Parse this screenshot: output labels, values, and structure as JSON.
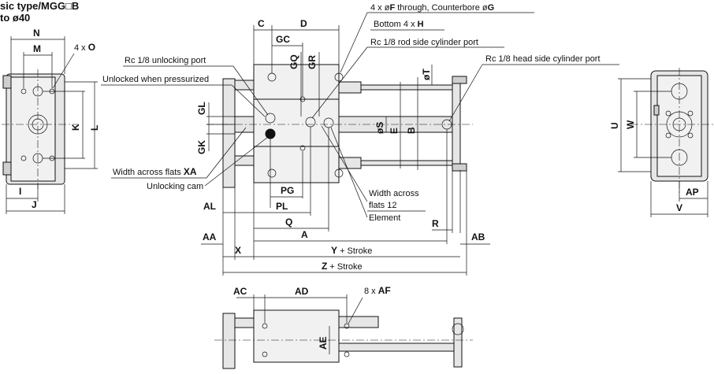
{
  "title": {
    "line1": "sic type/MGG□B",
    "line2": "to ø40"
  },
  "callouts": {
    "through_hole": {
      "prefix": "4 x ø",
      "f": "F",
      "mid": " through, Counterbore ø",
      "g": "G"
    },
    "bottom": {
      "prefix": "Bottom 4 x ",
      "h": "H"
    },
    "rod_port": "Rc 1/8 rod side cylinder port",
    "head_port": "Rc 1/8 head side cylinder port",
    "unlock_port": "Rc 1/8 unlocking port",
    "unlocked": "Unlocked when pressurized",
    "wrench_xa_prefix": "Width across flats ",
    "wrench_xa": "XA",
    "cam": "Unlocking cam",
    "wrench12": [
      "Width across",
      "flats 12"
    ],
    "element": "Element",
    "o_holes": {
      "prefix": "4 x ",
      "o": "O"
    },
    "af_holes": {
      "prefix": "8 x ",
      "af": "AF"
    },
    "y_stroke": {
      "dim": "Y",
      "suffix": " + Stroke"
    },
    "z_stroke": {
      "dim": "Z",
      "suffix": " + Stroke"
    }
  },
  "dims": {
    "n": "N",
    "m": "M",
    "k": "K",
    "l": "L",
    "i": "I",
    "j": "J",
    "c": "C",
    "d": "D",
    "gc": "GC",
    "gq": "GQ",
    "gr": "GR",
    "t": "øT",
    "gl": "GL",
    "gk": "GK",
    "s": "øS",
    "e": "E",
    "b": "B",
    "pg": "PG",
    "pl": "PL",
    "al": "AL",
    "q": "Q",
    "a": "A",
    "r": "R",
    "aa": "AA",
    "x": "X",
    "ab": "AB",
    "u": "U",
    "w": "W",
    "ap": "AP",
    "v": "V",
    "ac": "AC",
    "ad": "AD",
    "ae": "AE"
  }
}
